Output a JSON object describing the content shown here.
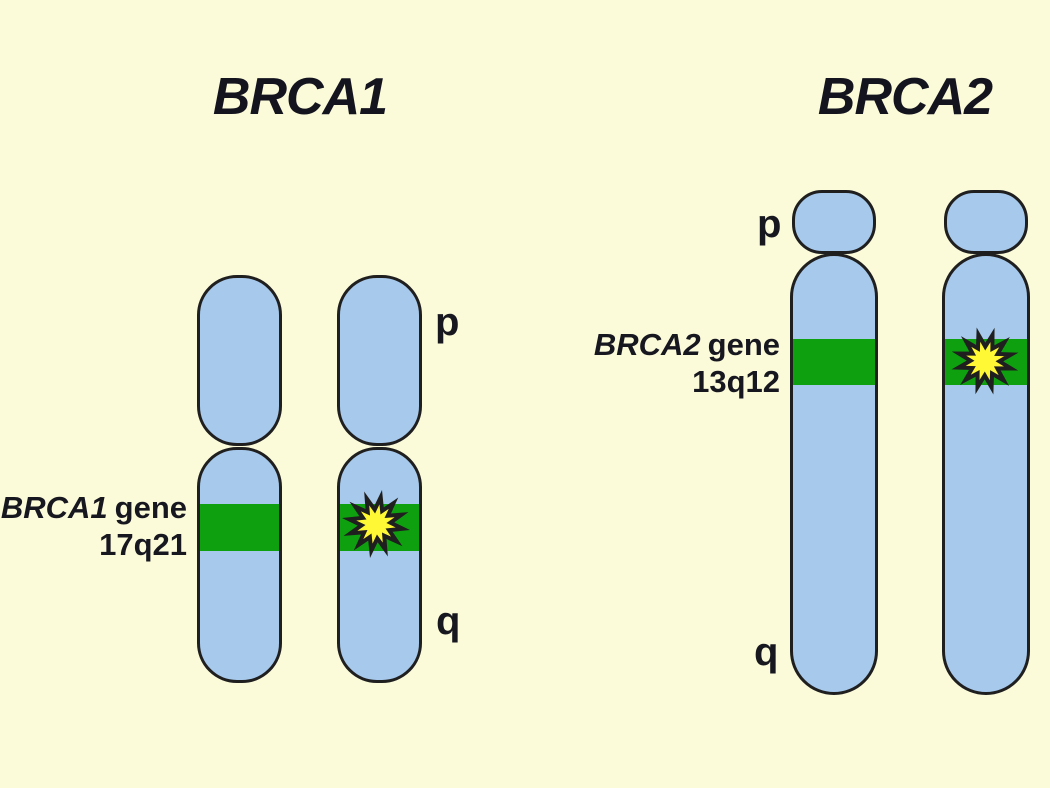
{
  "colors": {
    "background": "#FBFAD9",
    "chromosome_fill": "#A7C9EC",
    "outline": "#1F1F1F",
    "gene_band": "#0FA00F",
    "mutation_star": "#FFF835"
  },
  "brca1": {
    "title": "BRCA1",
    "gene_name": "BRCA1",
    "gene_word": "gene",
    "locus": "17q21",
    "p_arm_label": "p",
    "q_arm_label": "q"
  },
  "brca2": {
    "title": "BRCA2",
    "gene_name": "BRCA2",
    "gene_word": "gene",
    "locus": "13q12",
    "p_arm_label": "p",
    "q_arm_label": "q"
  }
}
